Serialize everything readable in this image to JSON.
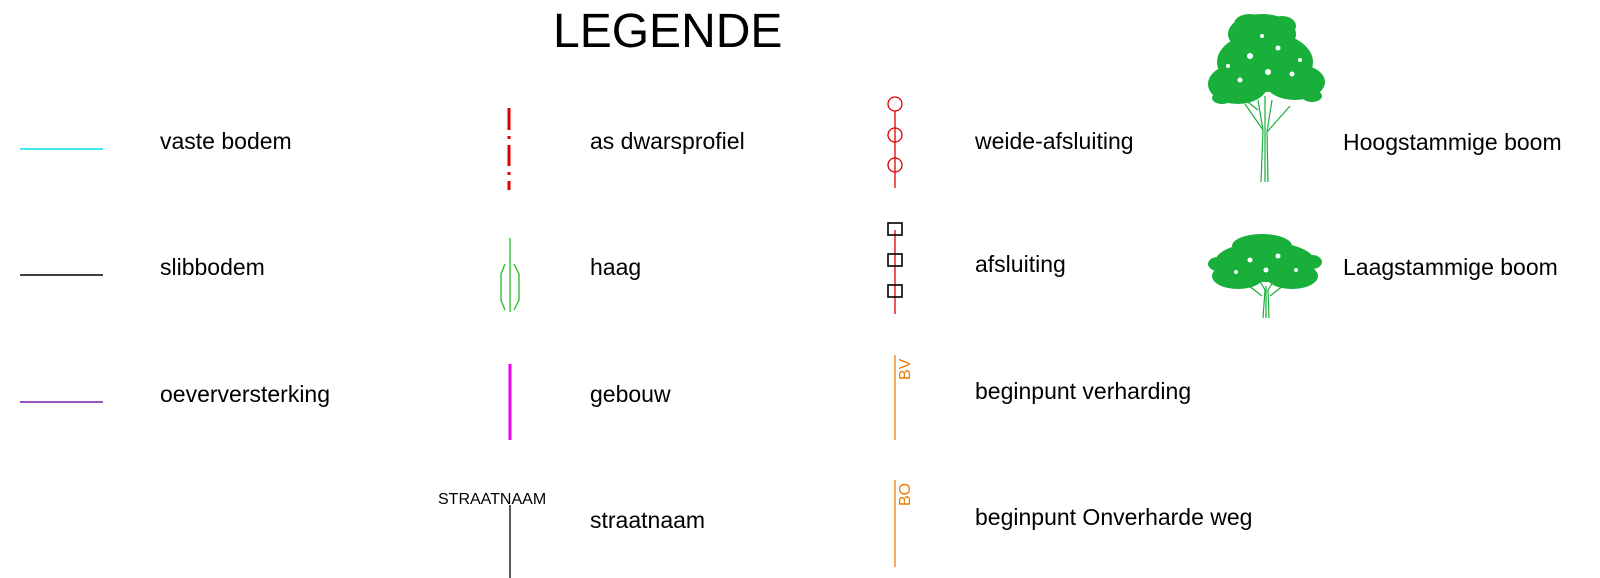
{
  "title": "LEGENDE",
  "colors": {
    "vaste_bodem": "#00e5ee",
    "slibbodem": "#000000",
    "oeverversterking": "#7a1fa8",
    "as_dwarsprofiel": "#e00000",
    "haag": "#22bb22",
    "gebouw": "#ee00ee",
    "weide_afsluiting": "#e00000",
    "afsluiting_frame": "#000000",
    "beginpunt": "#f07c00",
    "tree": "#18b03a"
  },
  "items": {
    "vaste_bodem": "vaste bodem",
    "slibbodem": "slibbodem",
    "oeverversterking": "oeverversterking",
    "as_dwarsprofiel": "as dwarsprofiel",
    "haag": "haag",
    "gebouw": "gebouw",
    "straatnaam": "straatnaam",
    "weide_afsluiting": "weide-afsluiting",
    "afsluiting": "afsluiting",
    "beginpunt_verharding": "beginpunt verharding",
    "beginpunt_onverharde_weg": "beginpunt Onverharde weg",
    "hoogstammige_boom": "Hoogstammige boom",
    "laagstammige_boom": "Laagstammige boom"
  },
  "symbols": {
    "straatnaam_text": "STRAATNAAM",
    "bv_text": "BV",
    "bo_text": "BO"
  },
  "icons": {
    "high_tree": "tree-high-stem-icon",
    "low_tree": "tree-low-stem-icon"
  }
}
